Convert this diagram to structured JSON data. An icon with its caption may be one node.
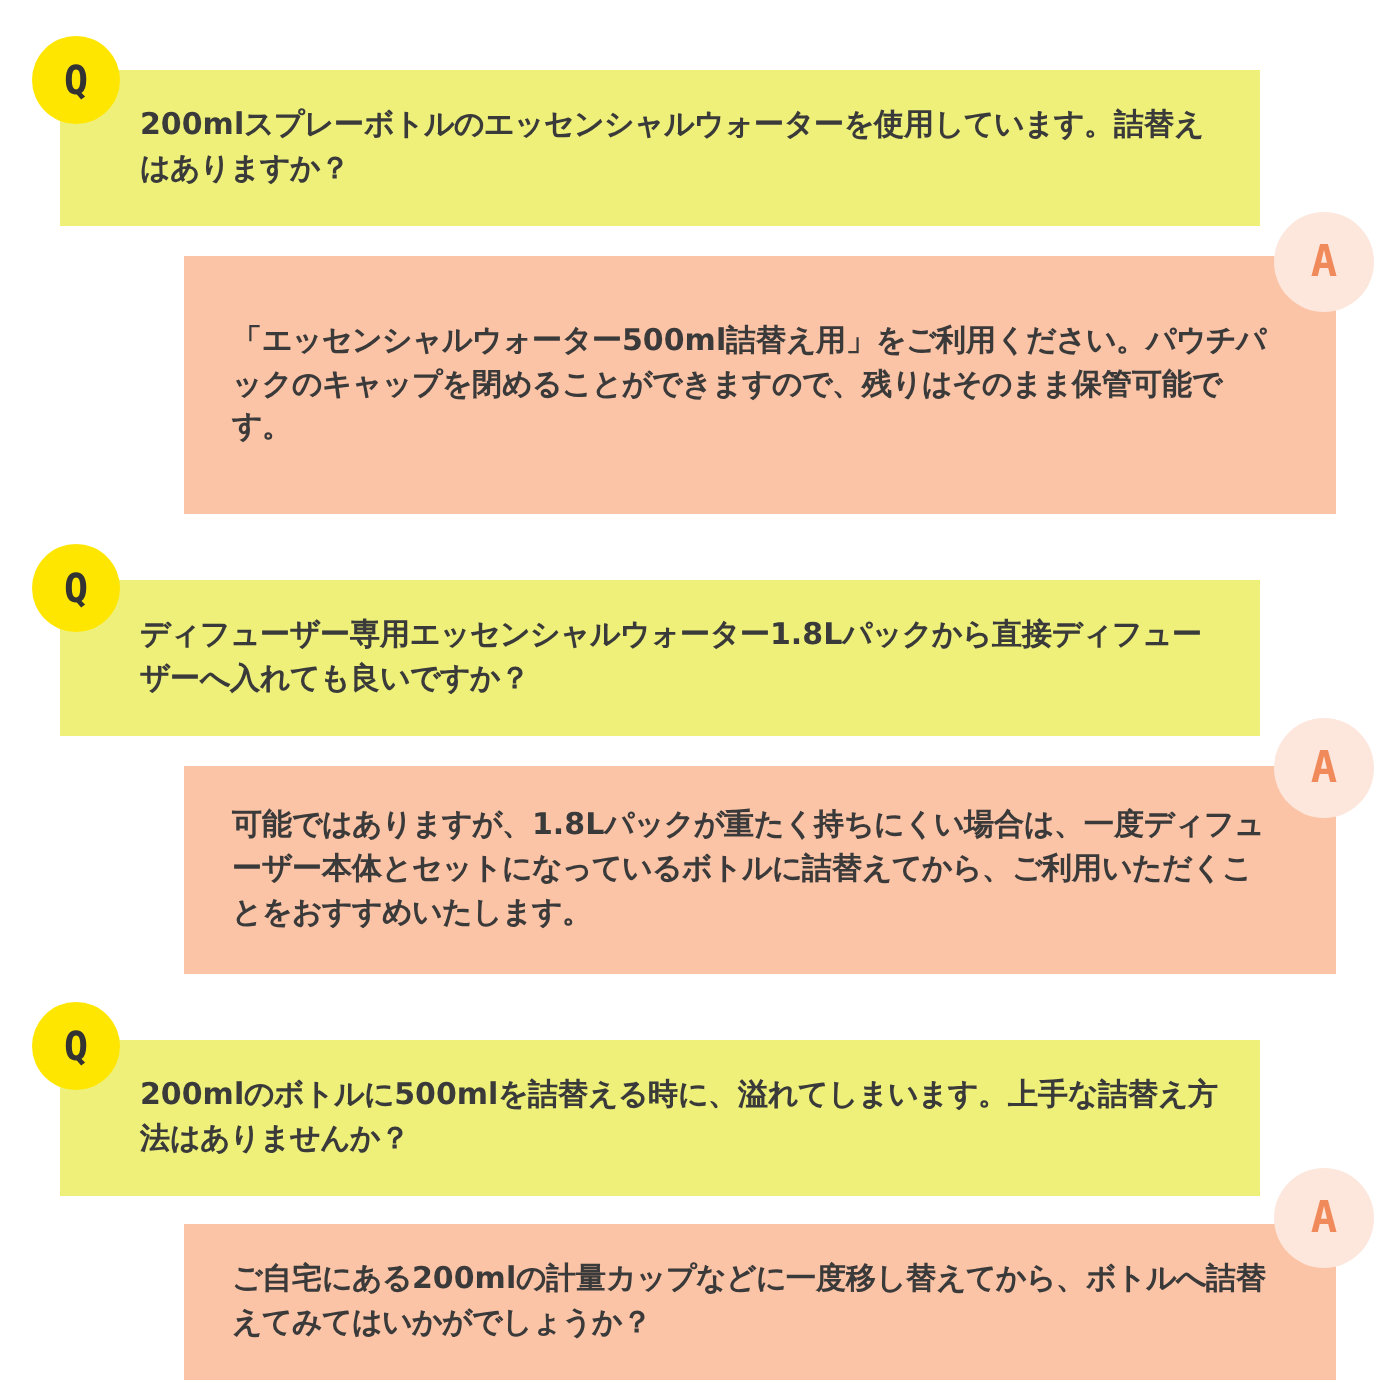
{
  "diagram": {
    "nodes": [
      {
        "text": [
          "Q"
        ]
      },
      {
        "text": [
          "200mlスプレーボトルのエッセンシャルウォーターを使用しています。詰替えはありますか？"
        ]
      },
      {
        "text": [
          "A"
        ]
      },
      {
        "text": [
          "「エッセンシャルウォーター500ml詰替え用」をご利用ください。パウチパックのキャップを閉めることができますので、残りはそのまま保管可能です。"
        ]
      },
      {
        "text": [
          "Q"
        ]
      },
      {
        "text": [
          "ディフューザー専用エッセンシャルウォーター1.8Lパックから直接ディフューザーへ入れても良いですか？"
        ]
      },
      {
        "text": [
          "A"
        ]
      },
      {
        "text": [
          "可能ではありますが、1.8Lパックが重たく持ちにくい場合は、一度ディフューザー本体とセットになっているボトルに詰替えてから、ご利用いただくことをおすすめいたします。"
        ]
      },
      {
        "text": [
          "Q"
        ]
      },
      {
        "text": [
          "200mlのボトルに500mlを詰替える時に、溢れてしまいます。上手な詰替え方法はありませんか？"
        ]
      },
      {
        "text": [
          "A"
        ]
      },
      {
        "text": [
          "ご自宅にある200mlの計量カップなどに一度移し替えてから、ボトルへ詰替えてみてはいかがでしょうか？"
        ]
      }
    ]
  }
}
